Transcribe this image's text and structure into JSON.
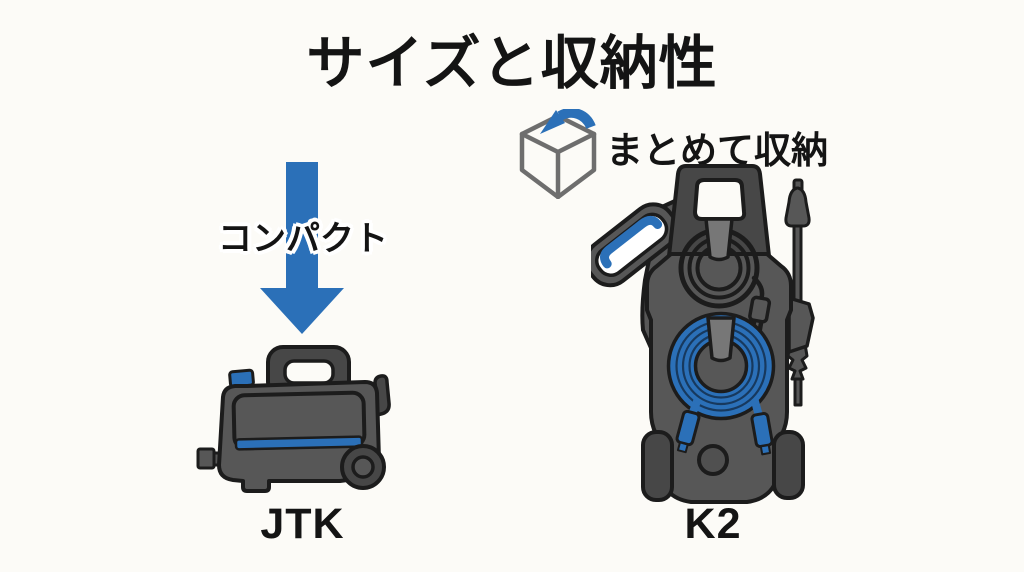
{
  "title": "サイズと収納性",
  "left": {
    "annotation": "コンパクト",
    "product": "JTK"
  },
  "right": {
    "annotation": "まとめて収納",
    "product": "K2"
  },
  "icons": {
    "down_arrow": "down-arrow-icon",
    "storage_box": "open-box-with-arrow-icon"
  },
  "colors": {
    "background": "#fcfbf7",
    "text": "#141414",
    "accent_blue": "#2b70b8",
    "machine_gray": "#575757",
    "machine_dark_gray": "#474747",
    "outline_black": "#1c1c1c",
    "box_icon_gray": "#6e6e6e",
    "hose_ring_dark": "#17395e",
    "tab_gray": "#777777",
    "white": "#ffffff"
  }
}
